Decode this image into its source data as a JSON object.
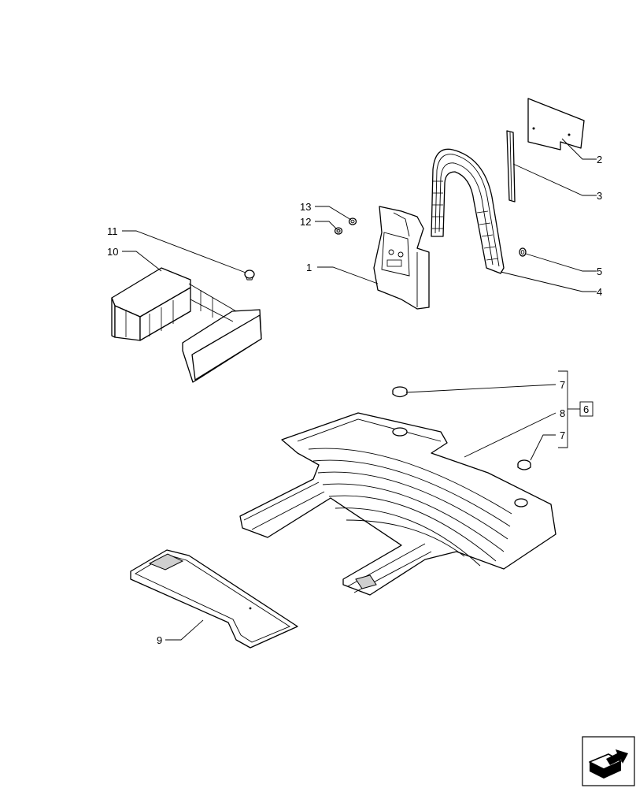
{
  "callouts": {
    "c1": "1",
    "c2": "2",
    "c3": "3",
    "c4": "4",
    "c5": "5",
    "c6": "6",
    "c7a": "7",
    "c7b": "7",
    "c8": "8",
    "c9": "9",
    "c10": "10",
    "c11": "11",
    "c12": "12",
    "c13": "13"
  },
  "icons": {
    "next_page": "next-page-arrow-icon"
  }
}
